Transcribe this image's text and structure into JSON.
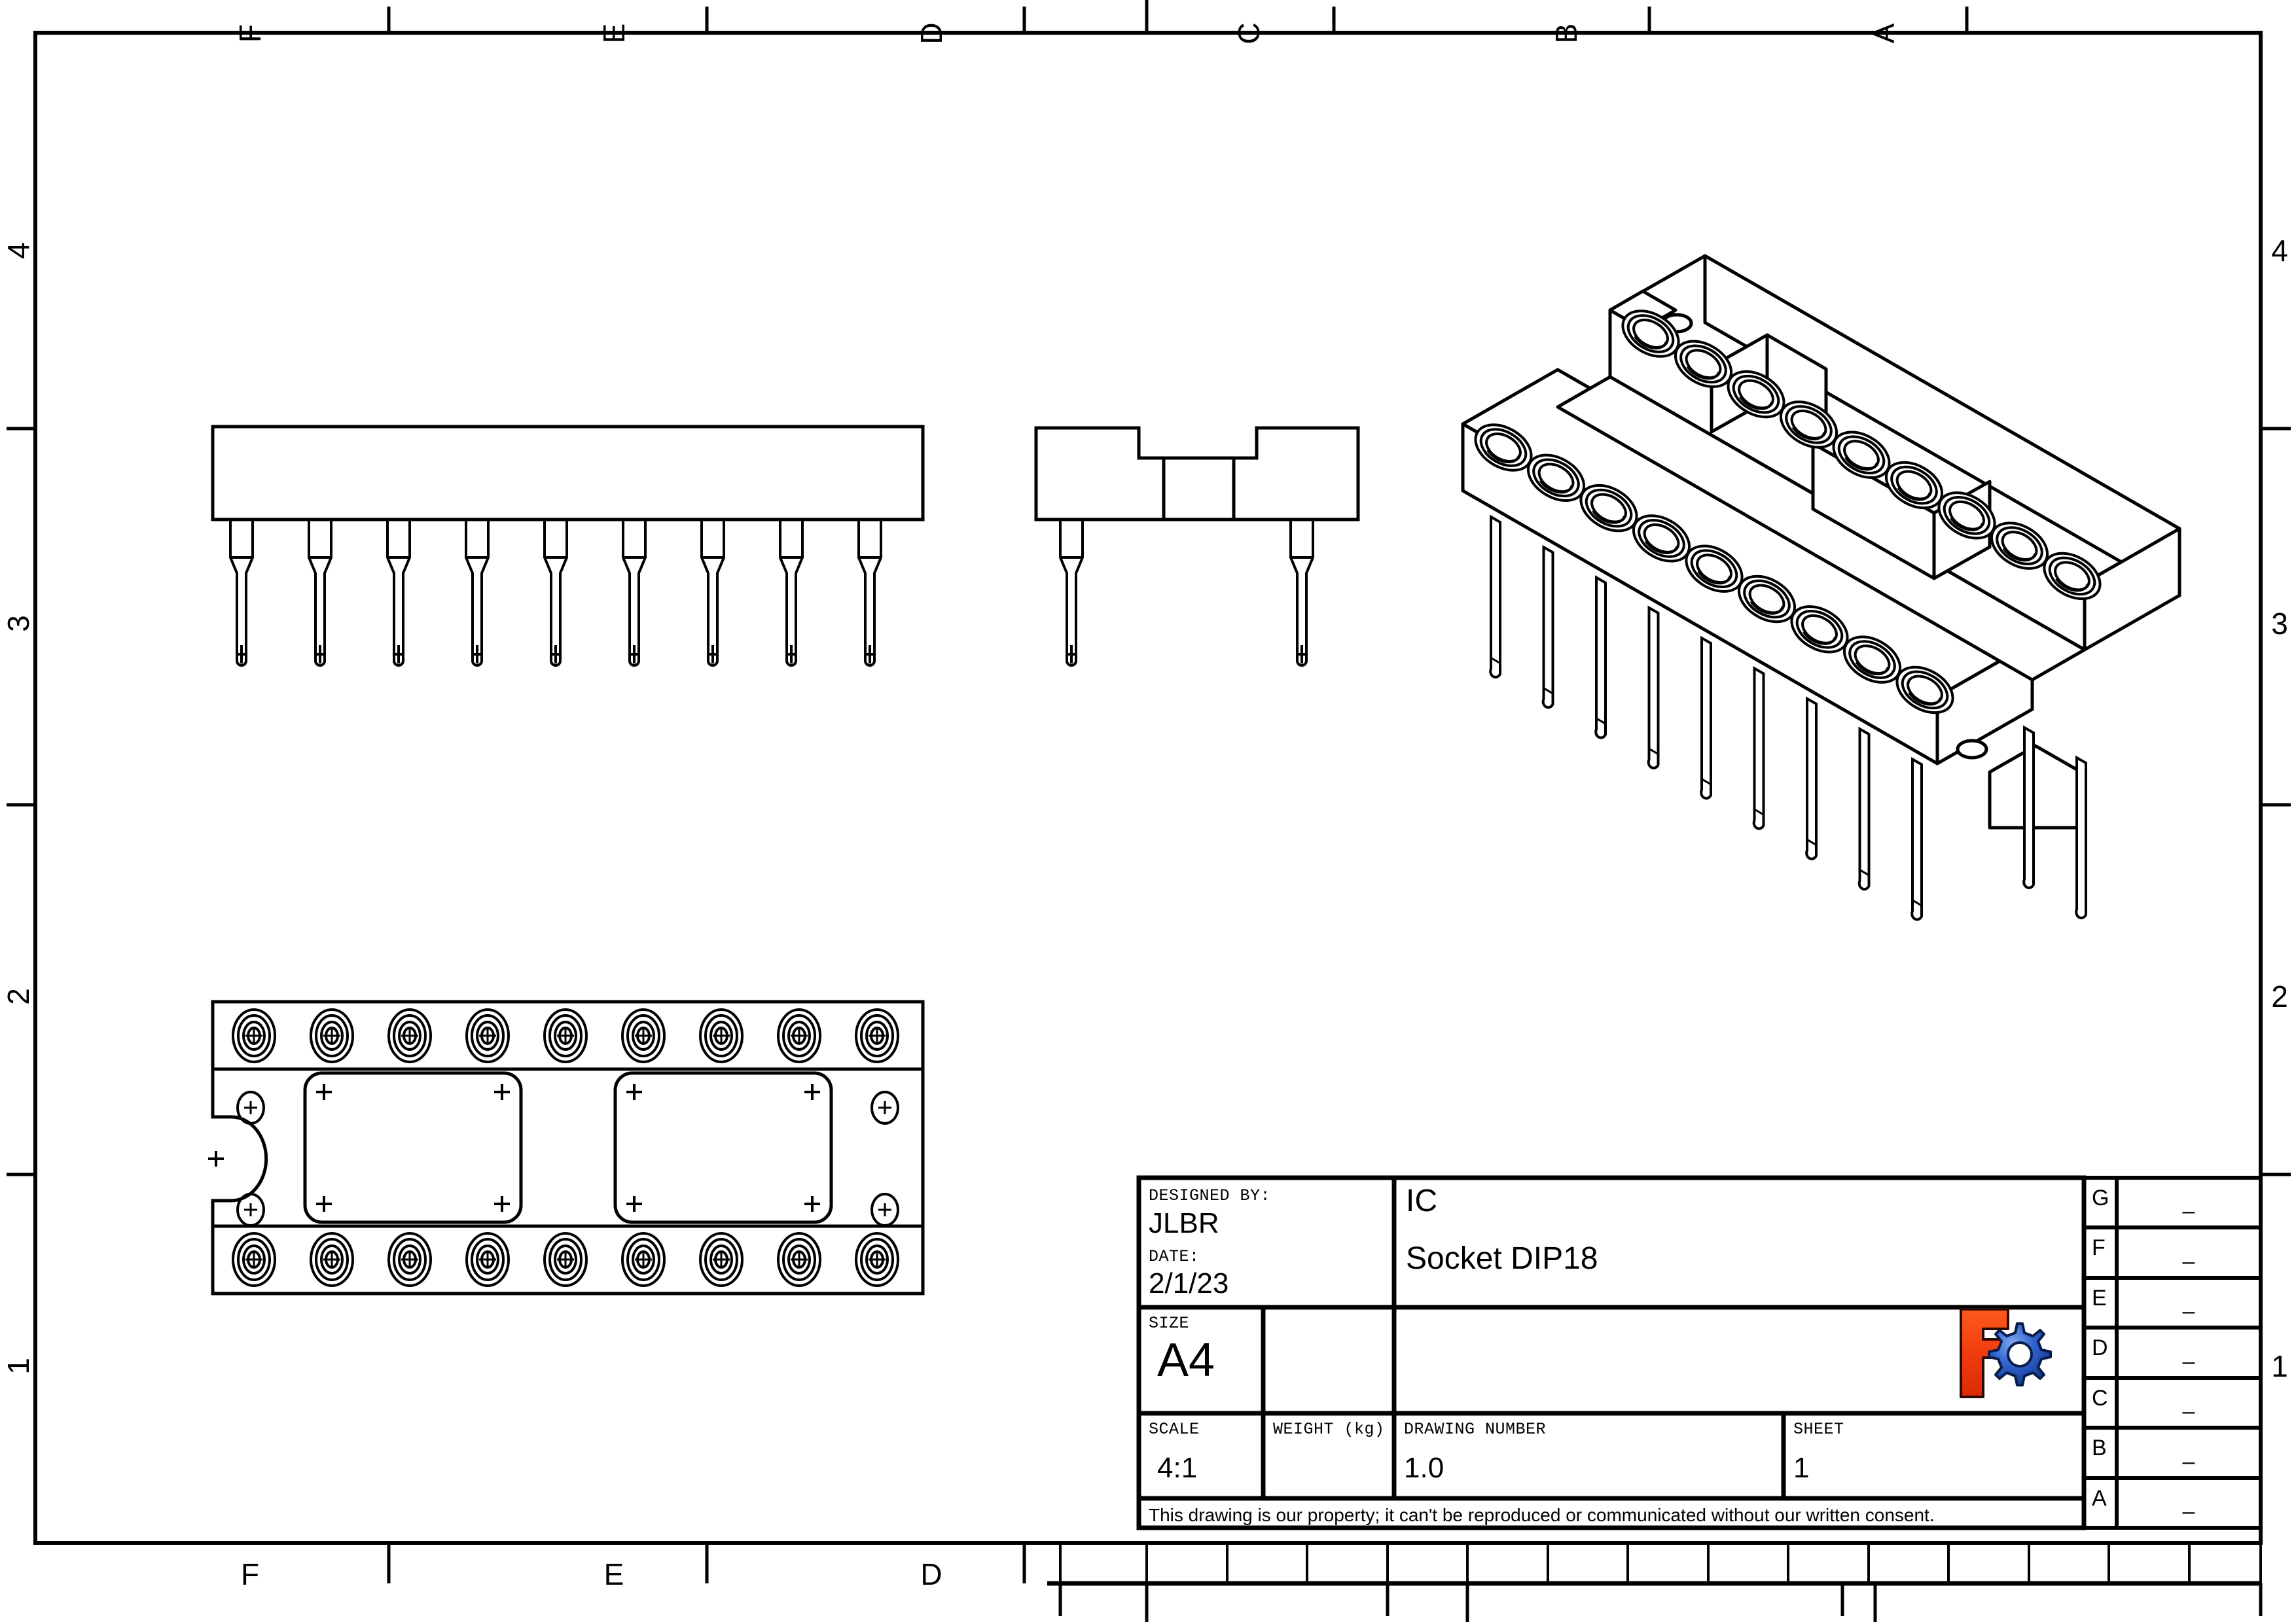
{
  "sheet": {
    "size_format": "A4",
    "orientation": "landscape"
  },
  "border": {
    "zone_letters_top": [
      "F",
      "E",
      "D",
      "C",
      "B",
      "A"
    ],
    "zone_letters_bottom": [
      "F",
      "E",
      "D"
    ],
    "zone_numbers_left": [
      "4",
      "3",
      "2",
      "1"
    ],
    "zone_numbers_right": [
      "4",
      "3",
      "2",
      "1"
    ]
  },
  "title_block": {
    "designed_by_label": "DESIGNED BY:",
    "designed_by_value": "JLBR",
    "date_label": "DATE:",
    "date_value": "2/1/23",
    "size_label": "SIZE",
    "size_value": "A4",
    "title_line1": "IC",
    "title_line2": "Socket DIP18",
    "scale_label": "SCALE",
    "scale_value": "4:1",
    "weight_label": "WEIGHT (kg)",
    "weight_value": "",
    "drawing_number_label": "DRAWING NUMBER",
    "drawing_number_value": "1.0",
    "sheet_label": "SHEET",
    "sheet_value": "1",
    "disclaimer": "This drawing is our property; it can't be reproduced or communicated without our written consent.",
    "logo_name": "freecad-logo-icon"
  },
  "revision_table": {
    "rows": [
      {
        "letter": "G",
        "value": "–"
      },
      {
        "letter": "F",
        "value": "–"
      },
      {
        "letter": "E",
        "value": "–"
      },
      {
        "letter": "D",
        "value": "–"
      },
      {
        "letter": "C",
        "value": "–"
      },
      {
        "letter": "B",
        "value": "–"
      },
      {
        "letter": "A",
        "value": "–"
      }
    ]
  },
  "views": {
    "front_view": {
      "name": "front-elevation-view",
      "pin_count": 9,
      "description": "DIP socket body with nine downward tapered pins"
    },
    "side_view": {
      "name": "side-elevation-view",
      "pin_count": 2,
      "description": "Side profile with central recess and two pins"
    },
    "isometric_view": {
      "name": "isometric-view",
      "description": "3D isometric of DIP18 socket with 18 contact receptacles"
    },
    "top_view": {
      "name": "top-plan-view",
      "contacts_per_row": 9,
      "rows": 2,
      "description": "Top plan view with 18 concentric contact holes, polarity notch at left"
    }
  },
  "colors": {
    "line": "#000000",
    "paper": "#ffffff",
    "logo_red": "#f03010",
    "logo_blue": "#1d4fc4"
  }
}
